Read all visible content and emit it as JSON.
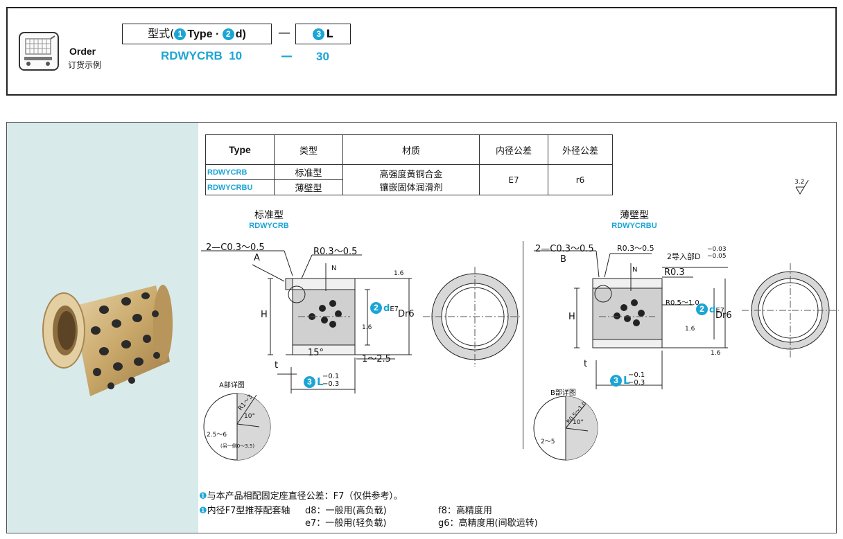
{
  "order": {
    "label": "Order",
    "sub": "订货示例",
    "type_prefix": "型式(",
    "type_num1": "1",
    "type_word": "Type · ",
    "type_num2": "2",
    "type_d": "d)",
    "dash": "—",
    "l_num": "3",
    "l_word": "L",
    "example_code": "RDWYCRB  10",
    "example_dash": "—",
    "example_length": "30"
  },
  "table": {
    "headers": [
      "Type",
      "类型",
      "材质",
      "内径公差",
      "外径公差"
    ],
    "rows": [
      {
        "code": "RDWYCRB",
        "kind": "标准型"
      },
      {
        "code": "RDWYCRBU",
        "kind": "薄壁型"
      }
    ],
    "material_line1": "高强度黄铜合金",
    "material_line2": "镶嵌固体润滑剂",
    "inner_tol": "E7",
    "outer_tol": "r6"
  },
  "surface_mark": "3.2",
  "standard": {
    "title": "标准型",
    "code": "RDWYCRB",
    "chamfer": "2—C0.3～0.5",
    "radius": "R0.3～0.5",
    "point": "A",
    "h": "H",
    "n": "N",
    "d_num": "2",
    "d_label": "d",
    "d_tol": "E7",
    "outer": "Dr6",
    "rough": "1.6",
    "angle": "15°",
    "range": "1～2.5",
    "t": "t",
    "l_num": "3",
    "l_label": "L",
    "l_tol_top": "−0.1",
    "l_tol_bottom": "−0.3",
    "detail_title": "A部详图",
    "detail_r": "R1～3",
    "detail_angle": "10°",
    "detail_len": "2.5～6",
    "detail_note": "(另一侧0～3.5)"
  },
  "thin": {
    "title": "薄壁型",
    "code": "RDWYCRBU",
    "chamfer": "2—C0.3～0.5",
    "radius": "R0.3～0.5",
    "guide": "2导入部D",
    "guide_tol_top": "−0.03",
    "guide_tol_bottom": "−0.05",
    "r03": "R0.3",
    "r05": "R0.5～1.0",
    "point": "B",
    "h": "H",
    "n": "N",
    "d_num": "2",
    "d_label": "d",
    "d_tol": "E7",
    "outer": "Dr6",
    "rough": "1.6",
    "t": "t",
    "l_num": "3",
    "l_label": "L",
    "l_tol_top": "−0.1",
    "l_tol_bottom": "−0.3",
    "detail_title": "B部详图",
    "detail_r": "R0.5～1.0",
    "detail_angle": "10°",
    "detail_len": "2～5"
  },
  "notes": {
    "note1": "与本产品相配固定座直径公差：F7（仅供参考）。",
    "note2": "内径F7型推荐配套轴",
    "d8": "d8：一般用(高负载)",
    "e7": "e7：一般用(轻负载)",
    "f8": "f8：高精度用",
    "g6": "g6：高精度用(间歇运转)"
  },
  "colors": {
    "accent": "#1ba5d5",
    "panel": "#d8eaea",
    "bronze": "#c9a86a"
  }
}
